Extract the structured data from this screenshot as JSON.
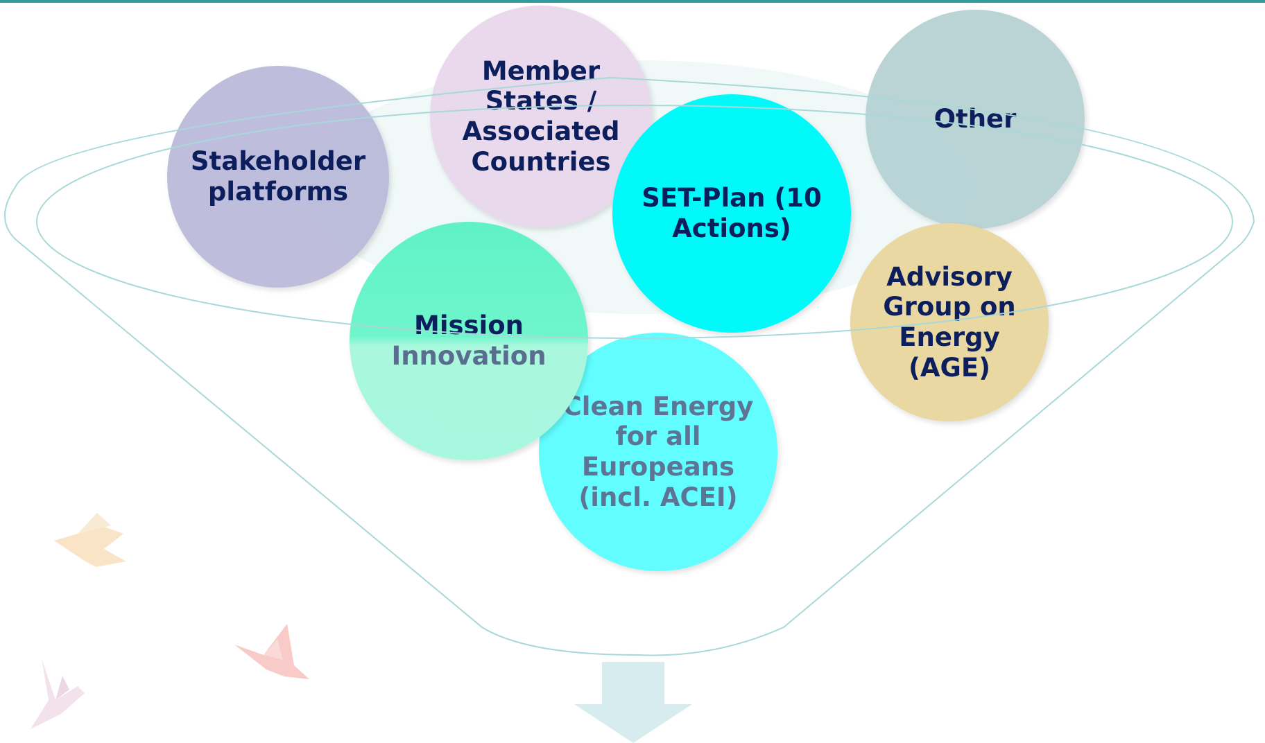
{
  "diagram": {
    "bubbles": {
      "stakeholder": "Stakeholder platforms",
      "member_states": "Member States / Associated Countries",
      "other": "Other",
      "set_plan": "SET-Plan (10 Actions)",
      "mission_line1": "Mission",
      "mission_line2": "Innovation",
      "clean_energy": "Clean Energy for all Europeans (incl. ACEI)",
      "advisory": "Advisory Group on Energy (AGE)"
    }
  },
  "colors": {
    "funnel_stroke": "#a8d8d8",
    "arrow_fill": "#d6ecef",
    "text_dark": "#0c1f5c",
    "text_grey": "#5e7494"
  },
  "icons": [
    "bird-icon-orange",
    "bird-icon-red",
    "bird-icon-purple"
  ]
}
